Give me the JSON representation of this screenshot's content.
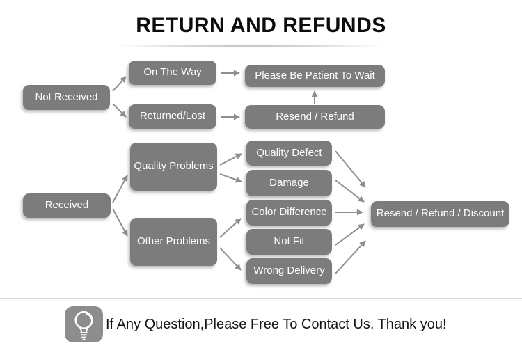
{
  "title": "RETURN AND REFUNDS",
  "flowchart": {
    "nodes": {
      "not_received": "Not Received",
      "on_the_way": "On The Way",
      "returned_lost": "Returned/Lost",
      "please_wait": "Please Be Patient To Wait",
      "resend_refund": "Resend / Refund",
      "received": "Received",
      "quality_problems": "Quality Problems",
      "other_problems": "Other Problems",
      "quality_defect": "Quality Defect",
      "damage": "Damage",
      "color_difference": "Color Difference",
      "not_fit": "Not Fit",
      "wrong_delivery": "Wrong Delivery",
      "resend_refund_discount": "Resend / Refund / Discount"
    },
    "edges": [
      {
        "from": "not_received",
        "to": "on_the_way"
      },
      {
        "from": "not_received",
        "to": "returned_lost"
      },
      {
        "from": "on_the_way",
        "to": "please_wait"
      },
      {
        "from": "returned_lost",
        "to": "resend_refund"
      },
      {
        "from": "resend_refund",
        "to": "please_wait"
      },
      {
        "from": "received",
        "to": "quality_problems"
      },
      {
        "from": "received",
        "to": "other_problems"
      },
      {
        "from": "quality_problems",
        "to": "quality_defect"
      },
      {
        "from": "quality_problems",
        "to": "damage"
      },
      {
        "from": "other_problems",
        "to": "color_difference"
      },
      {
        "from": "other_problems",
        "to": "wrong_delivery"
      },
      {
        "from": "quality_defect",
        "to": "resend_refund_discount"
      },
      {
        "from": "damage",
        "to": "resend_refund_discount"
      },
      {
        "from": "color_difference",
        "to": "resend_refund_discount"
      },
      {
        "from": "not_fit",
        "to": "resend_refund_discount"
      },
      {
        "from": "wrong_delivery",
        "to": "resend_refund_discount"
      }
    ]
  },
  "footer": {
    "icon": "lightbulb-icon",
    "message": "If Any Question,Please Free To Contact Us. Thank you!"
  },
  "colors": {
    "node_bg": "#7c7c7c",
    "node_text": "#ffffff",
    "arrow": "#8f8f8f",
    "title_text": "#0d0d0d",
    "footer_text": "#151515",
    "icon_bg": "#8d8d8d",
    "divider": "#d9d9d9"
  }
}
